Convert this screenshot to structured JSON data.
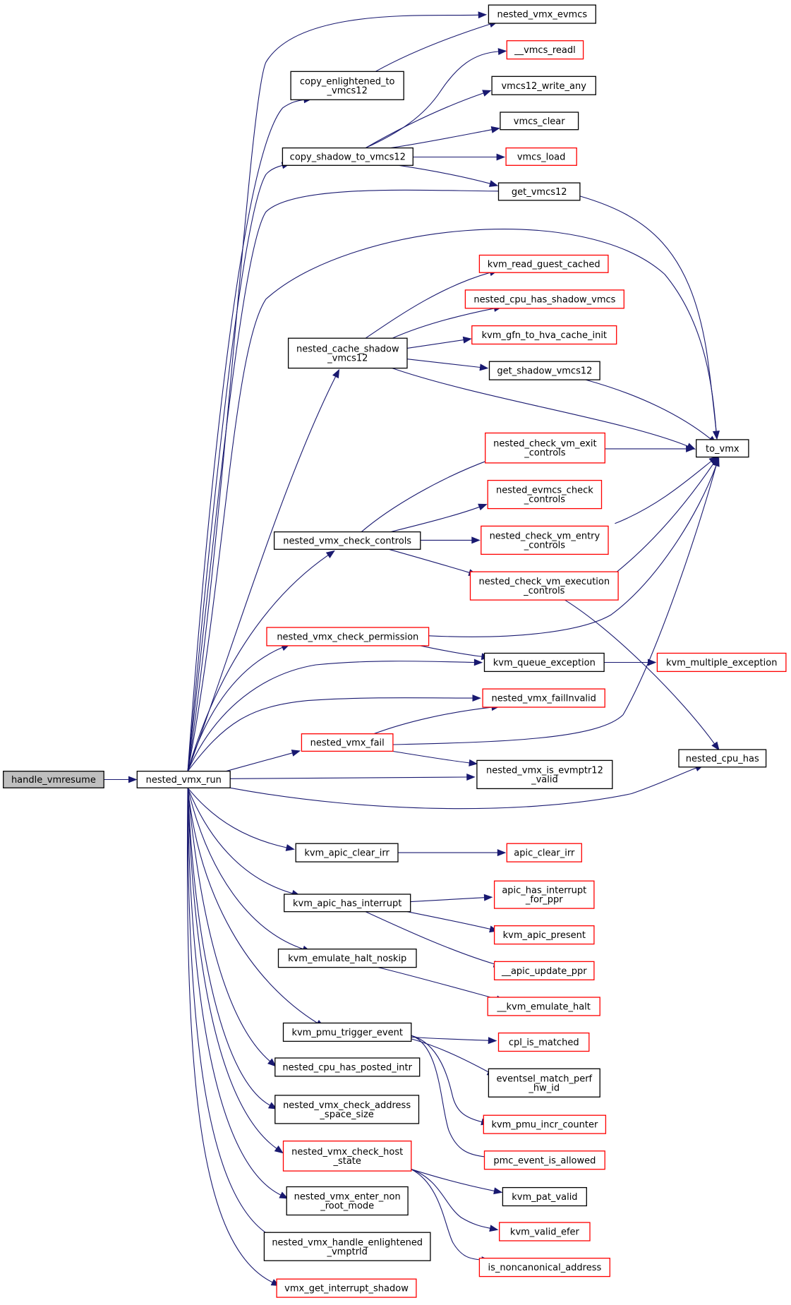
{
  "colors": {
    "edge": "#191970",
    "border_plain": "#000000",
    "border_link": "#ff0000",
    "fill_root": "#bfbfbf",
    "fill_plain": "#ffffff"
  },
  "nodes": {
    "handle_vmresume": {
      "lines": [
        "handle_vmresume"
      ],
      "style": "root"
    },
    "nested_vmx_run": {
      "lines": [
        "nested_vmx_run"
      ],
      "style": "plain"
    },
    "nested_vmx_evmcs": {
      "lines": [
        "nested_vmx_evmcs"
      ],
      "style": "plain"
    },
    "copy_enlightened_to_vmcs12": {
      "lines": [
        "copy_enlightened_to",
        "_vmcs12"
      ],
      "style": "plain"
    },
    "copy_shadow_to_vmcs12": {
      "lines": [
        "copy_shadow_to_vmcs12"
      ],
      "style": "plain"
    },
    "get_vmcs12": {
      "lines": [
        "get_vmcs12"
      ],
      "style": "plain"
    },
    "vmcs_readl": {
      "lines": [
        "__vmcs_readl"
      ],
      "style": "link"
    },
    "vmcs12_write_any": {
      "lines": [
        "vmcs12_write_any"
      ],
      "style": "plain"
    },
    "vmcs_clear": {
      "lines": [
        "vmcs_clear"
      ],
      "style": "plain"
    },
    "vmcs_load": {
      "lines": [
        "vmcs_load"
      ],
      "style": "link"
    },
    "to_vmx": {
      "lines": [
        "to_vmx"
      ],
      "style": "plain"
    },
    "nested_cache_shadow_vmcs12": {
      "lines": [
        "nested_cache_shadow",
        "_vmcs12"
      ],
      "style": "plain"
    },
    "kvm_read_guest_cached": {
      "lines": [
        "kvm_read_guest_cached"
      ],
      "style": "link"
    },
    "nested_cpu_has_shadow_vmcs": {
      "lines": [
        "nested_cpu_has_shadow_vmcs"
      ],
      "style": "link"
    },
    "kvm_gfn_to_hva_cache_init": {
      "lines": [
        "kvm_gfn_to_hva_cache_init"
      ],
      "style": "link"
    },
    "get_shadow_vmcs12": {
      "lines": [
        "get_shadow_vmcs12"
      ],
      "style": "plain"
    },
    "nested_vmx_check_controls": {
      "lines": [
        "nested_vmx_check_controls"
      ],
      "style": "plain"
    },
    "nested_check_vm_exit_controls": {
      "lines": [
        "nested_check_vm_exit",
        "_controls"
      ],
      "style": "link"
    },
    "nested_evmcs_check_controls": {
      "lines": [
        "nested_evmcs_check",
        "_controls"
      ],
      "style": "link"
    },
    "nested_check_vm_entry_controls": {
      "lines": [
        "nested_check_vm_entry",
        "_controls"
      ],
      "style": "link"
    },
    "nested_check_vm_execution_controls": {
      "lines": [
        "nested_check_vm_execution",
        "_controls"
      ],
      "style": "link"
    },
    "nested_vmx_check_permission": {
      "lines": [
        "nested_vmx_check_permission"
      ],
      "style": "link"
    },
    "kvm_queue_exception": {
      "lines": [
        "kvm_queue_exception"
      ],
      "style": "plain"
    },
    "kvm_multiple_exception": {
      "lines": [
        "kvm_multiple_exception"
      ],
      "style": "link"
    },
    "nested_vmx_failInvalid": {
      "lines": [
        "nested_vmx_failInvalid"
      ],
      "style": "link"
    },
    "nested_vmx_fail": {
      "lines": [
        "nested_vmx_fail"
      ],
      "style": "link"
    },
    "nested_cpu_has": {
      "lines": [
        "nested_cpu_has"
      ],
      "style": "plain"
    },
    "nested_vmx_is_evmptr12_valid": {
      "lines": [
        "nested_vmx_is_evmptr12",
        "_valid"
      ],
      "style": "plain"
    },
    "kvm_apic_clear_irr": {
      "lines": [
        "kvm_apic_clear_irr"
      ],
      "style": "plain"
    },
    "apic_clear_irr": {
      "lines": [
        "apic_clear_irr"
      ],
      "style": "link"
    },
    "kvm_apic_has_interrupt": {
      "lines": [
        "kvm_apic_has_interrupt"
      ],
      "style": "plain"
    },
    "apic_has_interrupt_for_ppr": {
      "lines": [
        "apic_has_interrupt",
        "_for_ppr"
      ],
      "style": "link"
    },
    "kvm_apic_present": {
      "lines": [
        "kvm_apic_present"
      ],
      "style": "link"
    },
    "apic_update_ppr": {
      "lines": [
        "__apic_update_ppr"
      ],
      "style": "link"
    },
    "kvm_emulate_halt_noskip": {
      "lines": [
        "kvm_emulate_halt_noskip"
      ],
      "style": "plain"
    },
    "kvm_emulate_halt": {
      "lines": [
        "__kvm_emulate_halt"
      ],
      "style": "link"
    },
    "kvm_pmu_trigger_event": {
      "lines": [
        "kvm_pmu_trigger_event"
      ],
      "style": "plain"
    },
    "cpl_is_matched": {
      "lines": [
        "cpl_is_matched"
      ],
      "style": "link"
    },
    "eventsel_match_perf_hw_id": {
      "lines": [
        "eventsel_match_perf",
        "_hw_id"
      ],
      "style": "plain"
    },
    "kvm_pmu_incr_counter": {
      "lines": [
        "kvm_pmu_incr_counter"
      ],
      "style": "link"
    },
    "pmc_event_is_allowed": {
      "lines": [
        "pmc_event_is_allowed"
      ],
      "style": "link"
    },
    "nested_cpu_has_posted_intr": {
      "lines": [
        "nested_cpu_has_posted_intr"
      ],
      "style": "plain"
    },
    "nested_vmx_check_address_space_size": {
      "lines": [
        "nested_vmx_check_address",
        "_space_size"
      ],
      "style": "plain"
    },
    "nested_vmx_check_host_state": {
      "lines": [
        "nested_vmx_check_host",
        "_state"
      ],
      "style": "link"
    },
    "kvm_pat_valid": {
      "lines": [
        "kvm_pat_valid"
      ],
      "style": "plain"
    },
    "kvm_valid_efer": {
      "lines": [
        "kvm_valid_efer"
      ],
      "style": "link"
    },
    "is_noncanonical_address": {
      "lines": [
        "is_noncanonical_address"
      ],
      "style": "link"
    },
    "nested_vmx_enter_non_root_mode": {
      "lines": [
        "nested_vmx_enter_non",
        "_root_mode"
      ],
      "style": "plain"
    },
    "nested_vmx_handle_enlightened_vmptrld": {
      "lines": [
        "nested_vmx_handle_enlightened",
        "_vmptrld"
      ],
      "style": "plain"
    },
    "vmx_get_interrupt_shadow": {
      "lines": [
        "vmx_get_interrupt_shadow"
      ],
      "style": "link"
    }
  },
  "edges": [
    [
      "handle_vmresume",
      "nested_vmx_run"
    ],
    [
      "nested_vmx_run",
      "nested_vmx_evmcs"
    ],
    [
      "nested_vmx_run",
      "copy_enlightened_to_vmcs12"
    ],
    [
      "nested_vmx_run",
      "copy_shadow_to_vmcs12"
    ],
    [
      "nested_vmx_run",
      "get_vmcs12"
    ],
    [
      "nested_vmx_run",
      "to_vmx"
    ],
    [
      "nested_vmx_run",
      "nested_cache_shadow_vmcs12"
    ],
    [
      "nested_vmx_run",
      "nested_vmx_check_controls"
    ],
    [
      "nested_vmx_run",
      "nested_vmx_check_permission"
    ],
    [
      "nested_vmx_run",
      "kvm_queue_exception"
    ],
    [
      "nested_vmx_run",
      "nested_vmx_failInvalid"
    ],
    [
      "nested_vmx_run",
      "nested_vmx_fail"
    ],
    [
      "nested_vmx_run",
      "nested_vmx_is_evmptr12_valid"
    ],
    [
      "nested_vmx_run",
      "nested_cpu_has"
    ],
    [
      "nested_vmx_run",
      "kvm_apic_clear_irr"
    ],
    [
      "nested_vmx_run",
      "kvm_apic_has_interrupt"
    ],
    [
      "nested_vmx_run",
      "kvm_emulate_halt_noskip"
    ],
    [
      "nested_vmx_run",
      "kvm_pmu_trigger_event"
    ],
    [
      "nested_vmx_run",
      "nested_cpu_has_posted_intr"
    ],
    [
      "nested_vmx_run",
      "nested_vmx_check_address_space_size"
    ],
    [
      "nested_vmx_run",
      "nested_vmx_check_host_state"
    ],
    [
      "nested_vmx_run",
      "nested_vmx_enter_non_root_mode"
    ],
    [
      "nested_vmx_run",
      "nested_vmx_handle_enlightened_vmptrld"
    ],
    [
      "nested_vmx_run",
      "vmx_get_interrupt_shadow"
    ],
    [
      "copy_enlightened_to_vmcs12",
      "nested_vmx_evmcs"
    ],
    [
      "copy_shadow_to_vmcs12",
      "vmcs_readl"
    ],
    [
      "copy_shadow_to_vmcs12",
      "vmcs12_write_any"
    ],
    [
      "copy_shadow_to_vmcs12",
      "vmcs_clear"
    ],
    [
      "copy_shadow_to_vmcs12",
      "vmcs_load"
    ],
    [
      "copy_shadow_to_vmcs12",
      "get_vmcs12"
    ],
    [
      "get_vmcs12",
      "to_vmx"
    ],
    [
      "nested_cache_shadow_vmcs12",
      "kvm_read_guest_cached"
    ],
    [
      "nested_cache_shadow_vmcs12",
      "nested_cpu_has_shadow_vmcs"
    ],
    [
      "nested_cache_shadow_vmcs12",
      "kvm_gfn_to_hva_cache_init"
    ],
    [
      "nested_cache_shadow_vmcs12",
      "get_shadow_vmcs12"
    ],
    [
      "nested_cache_shadow_vmcs12",
      "to_vmx"
    ],
    [
      "get_shadow_vmcs12",
      "to_vmx"
    ],
    [
      "nested_vmx_check_controls",
      "nested_check_vm_exit_controls"
    ],
    [
      "nested_vmx_check_controls",
      "nested_evmcs_check_controls"
    ],
    [
      "nested_vmx_check_controls",
      "nested_check_vm_entry_controls"
    ],
    [
      "nested_vmx_check_controls",
      "nested_check_vm_execution_controls"
    ],
    [
      "nested_check_vm_exit_controls",
      "to_vmx"
    ],
    [
      "nested_check_vm_entry_controls",
      "to_vmx"
    ],
    [
      "nested_check_vm_execution_controls",
      "to_vmx"
    ],
    [
      "nested_check_vm_execution_controls",
      "nested_cpu_has"
    ],
    [
      "nested_vmx_check_permission",
      "to_vmx"
    ],
    [
      "nested_vmx_check_permission",
      "kvm_queue_exception"
    ],
    [
      "kvm_queue_exception",
      "kvm_multiple_exception"
    ],
    [
      "nested_vmx_fail",
      "nested_vmx_failInvalid"
    ],
    [
      "nested_vmx_fail",
      "to_vmx"
    ],
    [
      "nested_vmx_fail",
      "nested_vmx_is_evmptr12_valid"
    ],
    [
      "kvm_apic_clear_irr",
      "apic_clear_irr"
    ],
    [
      "kvm_apic_has_interrupt",
      "apic_has_interrupt_for_ppr"
    ],
    [
      "kvm_apic_has_interrupt",
      "kvm_apic_present"
    ],
    [
      "kvm_apic_has_interrupt",
      "apic_update_ppr"
    ],
    [
      "kvm_emulate_halt_noskip",
      "kvm_emulate_halt"
    ],
    [
      "kvm_pmu_trigger_event",
      "cpl_is_matched"
    ],
    [
      "kvm_pmu_trigger_event",
      "eventsel_match_perf_hw_id"
    ],
    [
      "kvm_pmu_trigger_event",
      "kvm_pmu_incr_counter"
    ],
    [
      "kvm_pmu_trigger_event",
      "pmc_event_is_allowed"
    ],
    [
      "nested_vmx_check_host_state",
      "kvm_pat_valid"
    ],
    [
      "nested_vmx_check_host_state",
      "kvm_valid_efer"
    ],
    [
      "nested_vmx_check_host_state",
      "is_noncanonical_address"
    ]
  ]
}
